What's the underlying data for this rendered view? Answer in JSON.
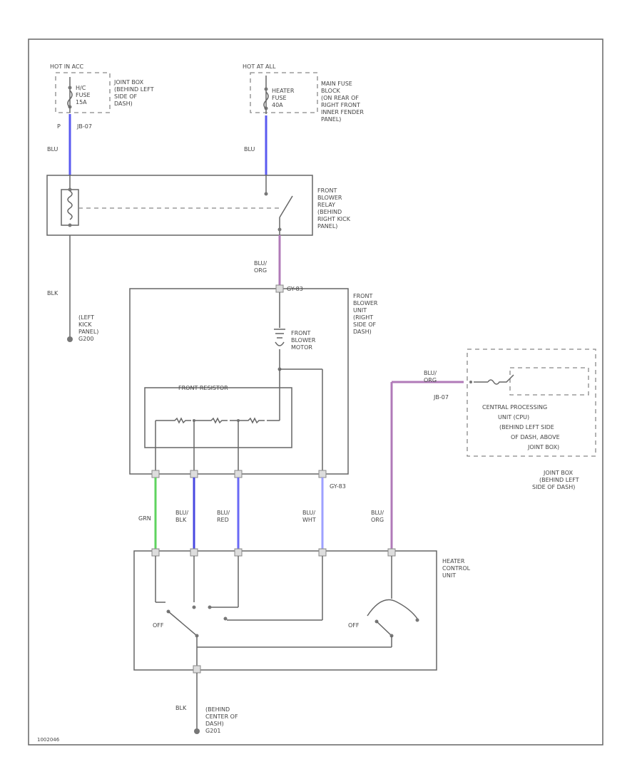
{
  "colors": {
    "blu": "#5a5af0",
    "grn": "#5fd35f",
    "blu_org": "#b07ab8",
    "blu_wht": "#9ea0ff",
    "blu_red": "#6a6af5",
    "blu_blk": "#4848e0",
    "outline": "#666666"
  },
  "labels": {
    "hot_in_acc": "HOT IN ACC",
    "hot_at_all": "HOT AT ALL",
    "hc_fuse_1": "H/C",
    "hc_fuse_2": "FUSE",
    "hc_fuse_3": "15A",
    "heater_fuse_1": "HEATER",
    "heater_fuse_2": "FUSE",
    "heater_fuse_3": "40A",
    "junction_box_1": "JOINT BOX",
    "junction_box_2": "(BEHIND LEFT",
    "junction_box_3": "SIDE OF",
    "junction_box_4": "DASH)",
    "main_fuse_1": "MAIN FUSE",
    "main_fuse_2": "BLOCK",
    "main_fuse_3": "(ON REAR OF",
    "main_fuse_4": "RIGHT FRONT",
    "main_fuse_5": "INNER FENDER",
    "main_fuse_6": "PANEL)",
    "j_b07_top": "JB-07",
    "p_label": "P",
    "blu_left": "BLU",
    "blu_right": "BLU",
    "relay_1": "FRONT",
    "relay_2": "BLOWER",
    "relay_3": "RELAY",
    "relay_4": "(BEHIND",
    "relay_5": "RIGHT KICK",
    "relay_6": "PANEL)",
    "blk_left": "BLK",
    "ground_left_1": "(LEFT",
    "ground_left_2": "KICK",
    "ground_left_3": "PANEL)",
    "ground_left_4": "G200",
    "blu_org_mid_1": "BLU/",
    "blu_org_mid_2": "ORG",
    "conn_top_unit": "GY-83",
    "blower_unit_1": "FRONT",
    "blower_unit_2": "BLOWER",
    "blower_unit_3": "UNIT",
    "blower_unit_4": "(RIGHT",
    "blower_unit_5": "SIDE OF",
    "blower_unit_6": "DASH)",
    "motor_1": "FRONT",
    "motor_2": "BLOWER",
    "motor_3": "MOTOR",
    "resistor": "FRONT RESISTOR",
    "conn_bottom_unit": "GY-83",
    "grn_wire": "GRN",
    "blu_blk_1": "BLU/",
    "blu_blk_2": "BLK",
    "blu_red_1": "BLU/",
    "blu_red_2": "RED",
    "blu_wht_1": "BLU/",
    "blu_wht_2": "WHT",
    "blu_org_low_1": "BLU/",
    "blu_org_low_2": "ORG",
    "blu_org_cpu_1": "BLU/",
    "blu_org_cpu_2": "ORG",
    "j_b07_right": "JB-07",
    "cpu_1": "CENTRAL PROCESSING",
    "cpu_2": "UNIT (CPU)",
    "cpu_3": "(BEHIND LEFT SIDE",
    "cpu_4": "OF DASH, ABOVE",
    "cpu_5": "JOINT BOX)",
    "joint_box_r_1": "JOINT BOX",
    "joint_box_r_2": "(BEHIND LEFT",
    "joint_box_r_3": "SIDE OF DASH)",
    "hcu_1": "HEATER",
    "hcu_2": "CONTROL",
    "hcu_3": "UNIT",
    "off_left": "OFF",
    "off_right": "OFF",
    "blk_bottom": "BLK",
    "ground_bottom_1": "(BEHIND",
    "ground_bottom_2": "CENTER OF",
    "ground_bottom_3": "DASH)",
    "ground_bottom_4": "G201",
    "figure_id": "1002046"
  }
}
